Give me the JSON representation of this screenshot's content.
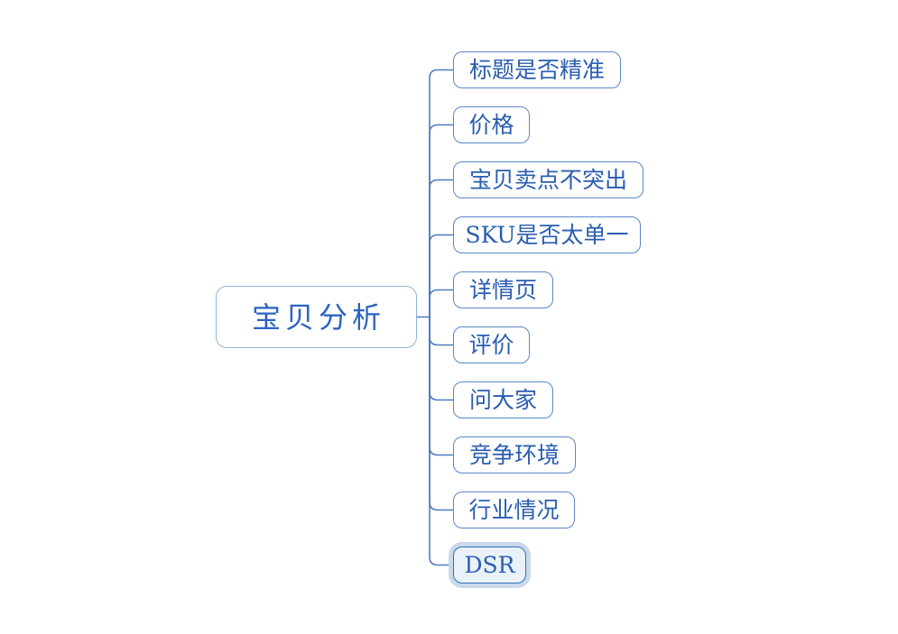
{
  "mindmap": {
    "root": {
      "label": "宝贝分析"
    },
    "children": [
      {
        "label": "标题是否精准",
        "selected": false
      },
      {
        "label": "价格",
        "selected": false
      },
      {
        "label": "宝贝卖点不突出",
        "selected": false
      },
      {
        "label": "SKU是否太单一",
        "selected": false
      },
      {
        "label": "详情页",
        "selected": false
      },
      {
        "label": "评价",
        "selected": false
      },
      {
        "label": "问大家",
        "selected": false
      },
      {
        "label": "竞争环境",
        "selected": false
      },
      {
        "label": "行业情况",
        "selected": false
      },
      {
        "label": "DSR",
        "selected": true
      }
    ],
    "colors": {
      "node_border": "#5b87c7",
      "node_text": "#2a5db0",
      "root_border": "#8fb3de",
      "root_text": "#2c63c0",
      "connector": "#4c7cc1",
      "selected_fill": "#e9f2f9",
      "selected_border": "#2e75b6",
      "selected_halo": "#c9d9ea"
    }
  }
}
